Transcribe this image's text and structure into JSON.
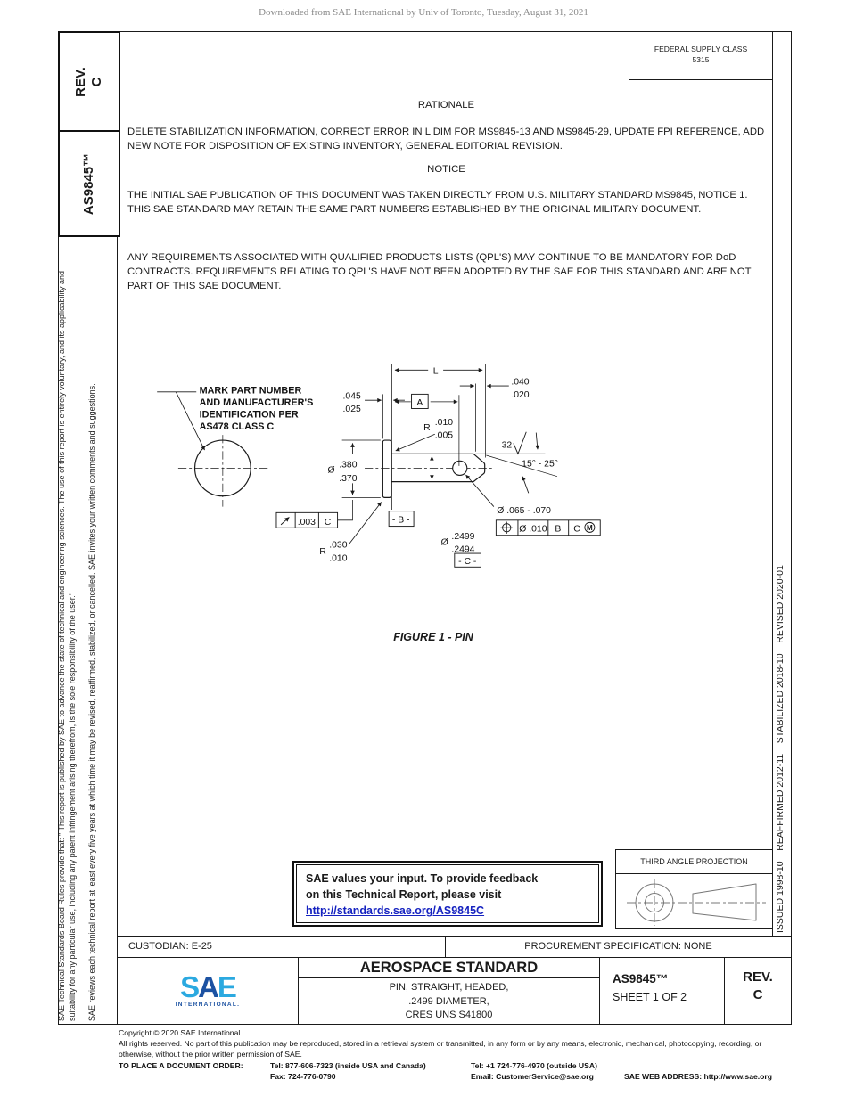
{
  "watermark": "Downloaded from SAE International by Univ of Toronto, Tuesday, August 31, 2021",
  "left_sidebar": {
    "rev_label": "REV.",
    "rev_value": "C",
    "doc_number": "AS9845™",
    "disclaimer_p1": "SAE Technical Standards Board Rules provide that: \" This report is published by SAE to advance the state of technical and engineering sciences. The use of this report is entirely voluntary, and its applicability and suitability for any particular use, including any patent infringement arising therefrom, is the sole responsibility of the user.\"",
    "disclaimer_p2": "SAE reviews each technical report at least every five years at which time it may be revised, reaffirmed, stabilized, or cancelled. SAE invites your written comments and suggestions."
  },
  "right_sidebar": {
    "history": "ISSUED 1998-10    REAFFIRMED 2012-11    STABILIZED 2018-10    REVISED 2020-01"
  },
  "header": {
    "fsc_label": "FEDERAL SUPPLY CLASS",
    "fsc_value": "5315"
  },
  "rationale": {
    "title": "RATIONALE",
    "body": "DELETE STABILIZATION INFORMATION, CORRECT ERROR IN L DIM FOR MS9845-13 AND MS9845-29, UPDATE FPI REFERENCE, ADD NEW NOTE FOR DISPOSITION OF EXISTING INVENTORY, GENERAL EDITORIAL REVISION."
  },
  "notice": {
    "title": "NOTICE",
    "p1": "THE INITIAL SAE PUBLICATION OF THIS DOCUMENT WAS TAKEN DIRECTLY FROM U.S. MILITARY STANDARD MS9845, NOTICE 1. THIS SAE STANDARD MAY RETAIN THE SAME PART NUMBERS ESTABLISHED BY THE ORIGINAL MILITARY DOCUMENT.",
    "p2": "ANY REQUIREMENTS ASSOCIATED WITH QUALIFIED PRODUCTS LISTS (QPL'S) MAY CONTINUE TO BE MANDATORY FOR DoD CONTRACTS. REQUIREMENTS RELATING TO QPL'S HAVE NOT BEEN ADOPTED BY THE SAE FOR THIS STANDARD AND ARE NOT PART OF THIS SAE DOCUMENT."
  },
  "figure": {
    "caption": "FIGURE 1 - PIN",
    "note_lines": [
      "MARK PART NUMBER",
      "AND MANUFACTURER'S",
      "IDENTIFICATION PER",
      "AS478 CLASS C"
    ],
    "dim_length": "L",
    "datum_a": "A",
    "head_thickness": {
      "max": ".045",
      "min": ".025"
    },
    "tip_chamfer_len": {
      "max": ".040",
      "min": ".020"
    },
    "underhead_radius": {
      "prefix": "R",
      "max": ".010",
      "min": ".005"
    },
    "surface_finish": "32",
    "chamfer_angle": "15° - 25°",
    "head_dia": {
      "prefix": "Ø",
      "max": ".380",
      "min": ".370"
    },
    "runout_fcf": {
      "tolerance": ".003",
      "datum": "C"
    },
    "datum_b": "- B -",
    "head_edge_radius": {
      "prefix": "R",
      "max": ".030",
      "min": ".010"
    },
    "shank_dia": {
      "prefix": "Ø",
      "max": ".2499",
      "min": ".2494"
    },
    "datum_c": "- C -",
    "hole_dia": "Ø .065 - .070",
    "position_fcf": {
      "tolerance": "Ø .010",
      "datum1": "B",
      "datum2": "C",
      "modifier": "M"
    }
  },
  "feedback": {
    "line1": "SAE values your input. To provide feedback",
    "line2": "on this Technical Report, please visit",
    "link": "http://standards.sae.org/AS9845C"
  },
  "projection": {
    "label": "THIRD ANGLE PROJECTION"
  },
  "title_block": {
    "custodian": "CUSTODIAN: E-25",
    "procurement": "PROCUREMENT SPECIFICATION: NONE",
    "logo_s": "S",
    "logo_a": "A",
    "logo_e": "E",
    "logo_sub": "INTERNATIONAL.",
    "standard_type": "AEROSPACE STANDARD",
    "title_line1": "PIN, STRAIGHT, HEADED,",
    "title_line2": ".2499 DIAMETER,",
    "title_line3": "CRES UNS S41800",
    "doc_number": "AS9845™",
    "sheet": "SHEET 1 OF 2",
    "rev_label": "REV.",
    "rev_value": "C"
  },
  "footer": {
    "copyright": "Copyright © 2020 SAE International",
    "rights": "All rights reserved. No part of this publication may be reproduced, stored in a retrieval system or transmitted, in any form or by any means, electronic, mechanical, photocopying, recording, or otherwise, without the prior written permission of SAE.",
    "order_label": "TO PLACE A DOCUMENT ORDER:",
    "tel1": "Tel: 877-606-7323 (inside USA and Canada)",
    "tel2": "Tel: +1 724-776-4970 (outside USA)",
    "fax": "Fax: 724-776-0790",
    "email": "Email: CustomerService@sae.org",
    "web": "SAE WEB ADDRESS: http://www.sae.org"
  },
  "colors": {
    "link_blue": "#1522c0",
    "sae_light_blue": "#2ba9e0",
    "sae_dark_blue": "#1c52a2"
  }
}
